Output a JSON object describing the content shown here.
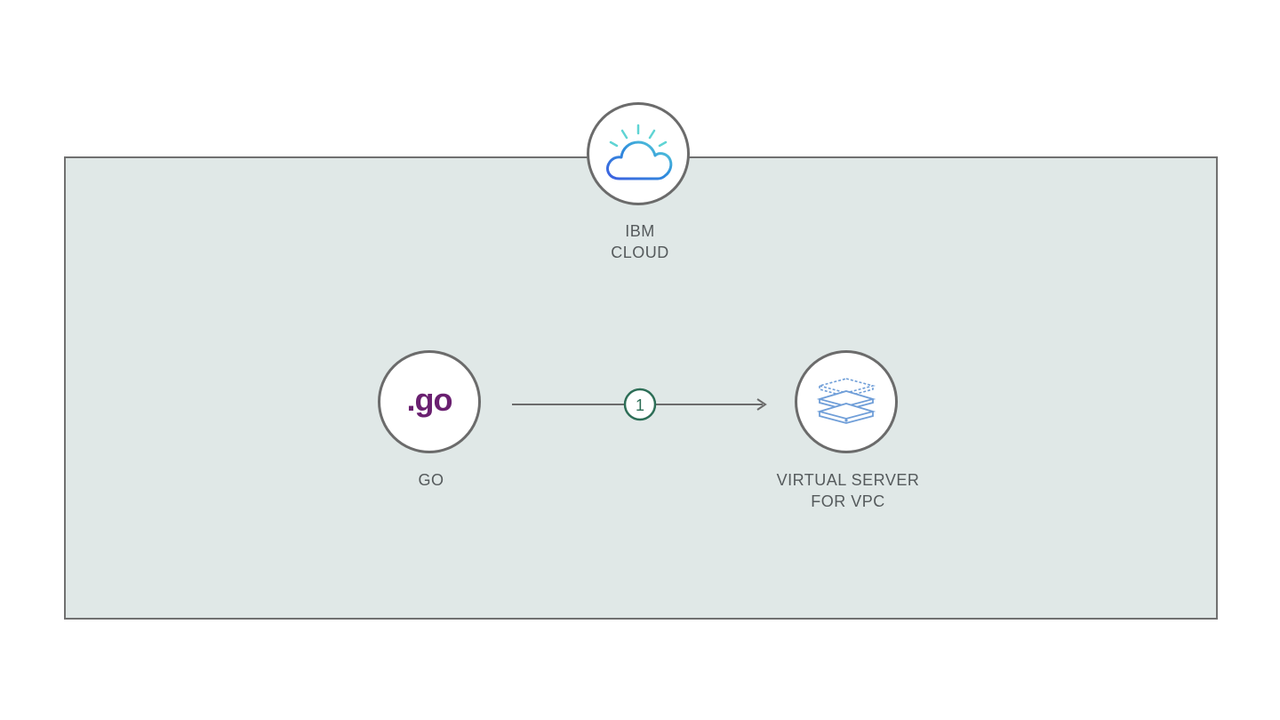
{
  "diagram": {
    "region": {
      "fill_color": "#e0e8e7",
      "border_color": "#707070"
    },
    "cloud_node": {
      "icon": "ibm-cloud-icon",
      "label_lines": [
        "IBM",
        "CLOUD"
      ]
    },
    "go_node": {
      "logo_text": ".go",
      "logo_color": "#6a2070",
      "label": "GO"
    },
    "vs_node": {
      "icon": "virtual-server-stack-icon",
      "label_lines": [
        "VIRTUAL SERVER",
        "FOR VPC"
      ]
    },
    "flow": {
      "from": "GO",
      "to": "VIRTUAL SERVER FOR VPC",
      "step_number": "1",
      "step_color": "#2d6e57"
    }
  }
}
